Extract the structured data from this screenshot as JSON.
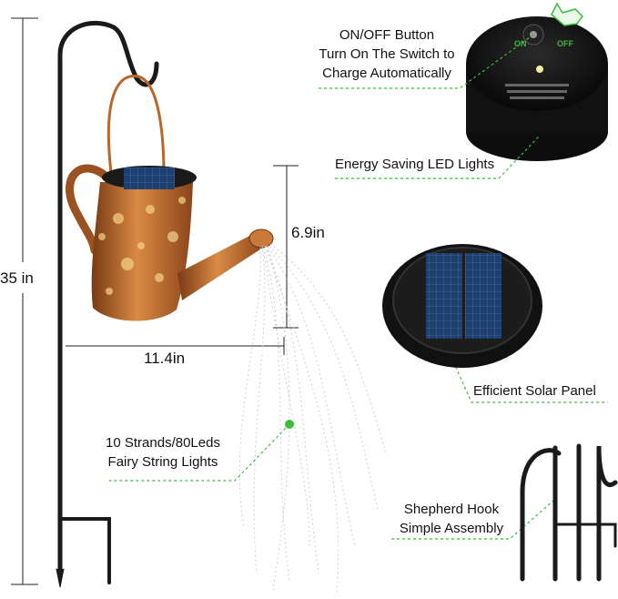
{
  "labels": {
    "onoff": [
      "ON/OFF Button",
      "Turn On The Switch to",
      "Charge Automatically"
    ],
    "led": "Energy Saving LED Lights",
    "solar": "Efficient Solar Panel",
    "fairy": [
      "10 Strands/80Leds",
      "Fairy String Lights"
    ],
    "hook": [
      "Shepherd Hook",
      "Simple Assembly"
    ]
  },
  "dimensions": {
    "height": "35 in",
    "width": "11.4in",
    "drop": "6.9in"
  },
  "switch": {
    "on": "ON",
    "off": "OFF"
  },
  "colors": {
    "accent": "#3dbb3d",
    "copper": "#b8662a",
    "stake": "#1a1a1a",
    "panel": "#1f3f6e"
  },
  "icons": [
    "hand-pointer-icon",
    "solar-panel-icon",
    "watering-can-icon",
    "shepherd-hook-icon"
  ]
}
